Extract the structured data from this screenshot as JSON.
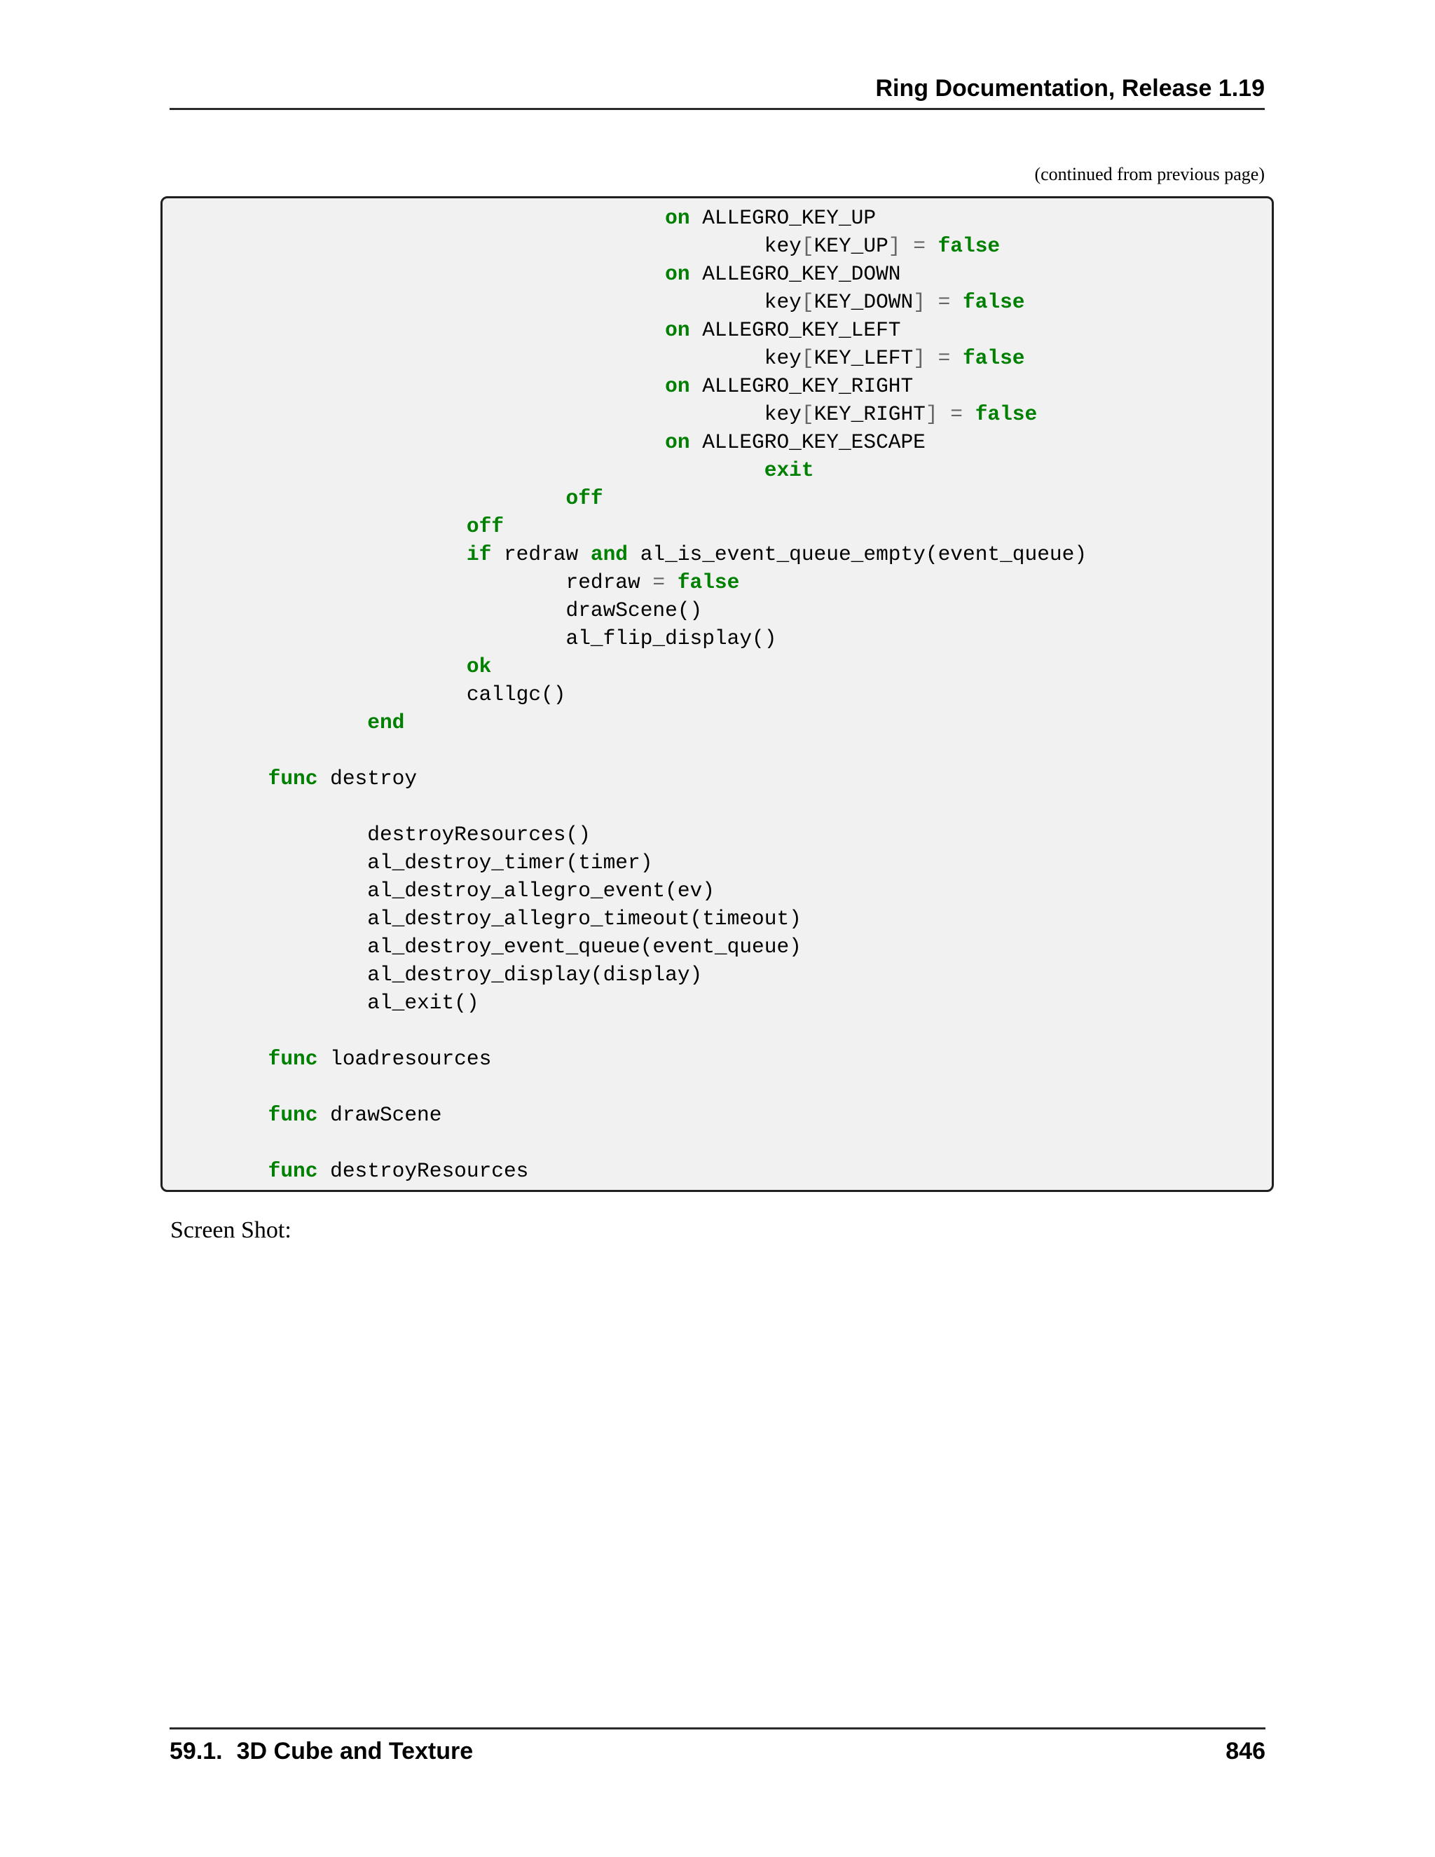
{
  "page": {
    "header": {
      "title": "Ring Documentation, Release 1.19",
      "continued_note": "(continued from previous page)"
    },
    "body": {
      "screenshot_label": "Screen Shot:"
    },
    "footer": {
      "section_number": "59.1.",
      "section_title": "3D Cube and Texture",
      "page_number": "846"
    }
  },
  "colors": {
    "keyword_green": "#008000",
    "operator_gray": "#666666",
    "code_text": "#000000",
    "code_background": "#f1f1f1",
    "code_border": "#1f1f1f",
    "rule_color": "#2b2b2b",
    "page_background": "#ffffff"
  },
  "code_block": {
    "lines": [
      {
        "indent": 40,
        "tokens": [
          [
            "k",
            "on"
          ],
          [
            "p",
            " ALLEGRO_KEY_UP"
          ]
        ]
      },
      {
        "indent": 48,
        "tokens": [
          [
            "p",
            "key"
          ],
          [
            "o",
            "["
          ],
          [
            "p",
            "KEY_UP"
          ],
          [
            "o",
            "]"
          ],
          [
            "p",
            " "
          ],
          [
            "o",
            "="
          ],
          [
            "p",
            " "
          ],
          [
            "k",
            "false"
          ]
        ]
      },
      {
        "indent": 40,
        "tokens": [
          [
            "k",
            "on"
          ],
          [
            "p",
            " ALLEGRO_KEY_DOWN"
          ]
        ]
      },
      {
        "indent": 48,
        "tokens": [
          [
            "p",
            "key"
          ],
          [
            "o",
            "["
          ],
          [
            "p",
            "KEY_DOWN"
          ],
          [
            "o",
            "]"
          ],
          [
            "p",
            " "
          ],
          [
            "o",
            "="
          ],
          [
            "p",
            " "
          ],
          [
            "k",
            "false"
          ]
        ]
      },
      {
        "indent": 40,
        "tokens": [
          [
            "k",
            "on"
          ],
          [
            "p",
            " ALLEGRO_KEY_LEFT"
          ]
        ]
      },
      {
        "indent": 48,
        "tokens": [
          [
            "p",
            "key"
          ],
          [
            "o",
            "["
          ],
          [
            "p",
            "KEY_LEFT"
          ],
          [
            "o",
            "]"
          ],
          [
            "p",
            " "
          ],
          [
            "o",
            "="
          ],
          [
            "p",
            " "
          ],
          [
            "k",
            "false"
          ]
        ]
      },
      {
        "indent": 40,
        "tokens": [
          [
            "k",
            "on"
          ],
          [
            "p",
            " ALLEGRO_KEY_RIGHT"
          ]
        ]
      },
      {
        "indent": 48,
        "tokens": [
          [
            "p",
            "key"
          ],
          [
            "o",
            "["
          ],
          [
            "p",
            "KEY_RIGHT"
          ],
          [
            "o",
            "]"
          ],
          [
            "p",
            " "
          ],
          [
            "o",
            "="
          ],
          [
            "p",
            " "
          ],
          [
            "k",
            "false"
          ]
        ]
      },
      {
        "indent": 40,
        "tokens": [
          [
            "k",
            "on"
          ],
          [
            "p",
            " ALLEGRO_KEY_ESCAPE"
          ]
        ]
      },
      {
        "indent": 48,
        "tokens": [
          [
            "k",
            "exit"
          ]
        ]
      },
      {
        "indent": 32,
        "tokens": [
          [
            "k",
            "off"
          ]
        ]
      },
      {
        "indent": 24,
        "tokens": [
          [
            "k",
            "off"
          ]
        ]
      },
      {
        "indent": 24,
        "tokens": [
          [
            "k",
            "if"
          ],
          [
            "p",
            " redraw "
          ],
          [
            "k",
            "and"
          ],
          [
            "p",
            " al_is_event_queue_empty(event_queue)"
          ]
        ]
      },
      {
        "indent": 32,
        "tokens": [
          [
            "p",
            "redraw "
          ],
          [
            "o",
            "="
          ],
          [
            "p",
            " "
          ],
          [
            "k",
            "false"
          ]
        ]
      },
      {
        "indent": 32,
        "tokens": [
          [
            "p",
            "drawScene()"
          ]
        ]
      },
      {
        "indent": 32,
        "tokens": [
          [
            "p",
            "al_flip_display()"
          ]
        ]
      },
      {
        "indent": 24,
        "tokens": [
          [
            "k",
            "ok"
          ]
        ]
      },
      {
        "indent": 24,
        "tokens": [
          [
            "p",
            "callgc()"
          ]
        ]
      },
      {
        "indent": 16,
        "tokens": [
          [
            "k",
            "end"
          ]
        ]
      },
      {
        "indent": 0,
        "tokens": []
      },
      {
        "indent": 8,
        "tokens": [
          [
            "k",
            "func"
          ],
          [
            "p",
            " destroy"
          ]
        ]
      },
      {
        "indent": 0,
        "tokens": []
      },
      {
        "indent": 16,
        "tokens": [
          [
            "p",
            "destroyResources()"
          ]
        ]
      },
      {
        "indent": 16,
        "tokens": [
          [
            "p",
            "al_destroy_timer(timer)"
          ]
        ]
      },
      {
        "indent": 16,
        "tokens": [
          [
            "p",
            "al_destroy_allegro_event(ev)"
          ]
        ]
      },
      {
        "indent": 16,
        "tokens": [
          [
            "p",
            "al_destroy_allegro_timeout(timeout)"
          ]
        ]
      },
      {
        "indent": 16,
        "tokens": [
          [
            "p",
            "al_destroy_event_queue(event_queue)"
          ]
        ]
      },
      {
        "indent": 16,
        "tokens": [
          [
            "p",
            "al_destroy_display(display)"
          ]
        ]
      },
      {
        "indent": 16,
        "tokens": [
          [
            "p",
            "al_exit()"
          ]
        ]
      },
      {
        "indent": 0,
        "tokens": []
      },
      {
        "indent": 8,
        "tokens": [
          [
            "k",
            "func"
          ],
          [
            "p",
            " loadresources"
          ]
        ]
      },
      {
        "indent": 0,
        "tokens": []
      },
      {
        "indent": 8,
        "tokens": [
          [
            "k",
            "func"
          ],
          [
            "p",
            " drawScene"
          ]
        ]
      },
      {
        "indent": 0,
        "tokens": []
      },
      {
        "indent": 8,
        "tokens": [
          [
            "k",
            "func"
          ],
          [
            "p",
            " destroyResources"
          ]
        ]
      }
    ]
  }
}
